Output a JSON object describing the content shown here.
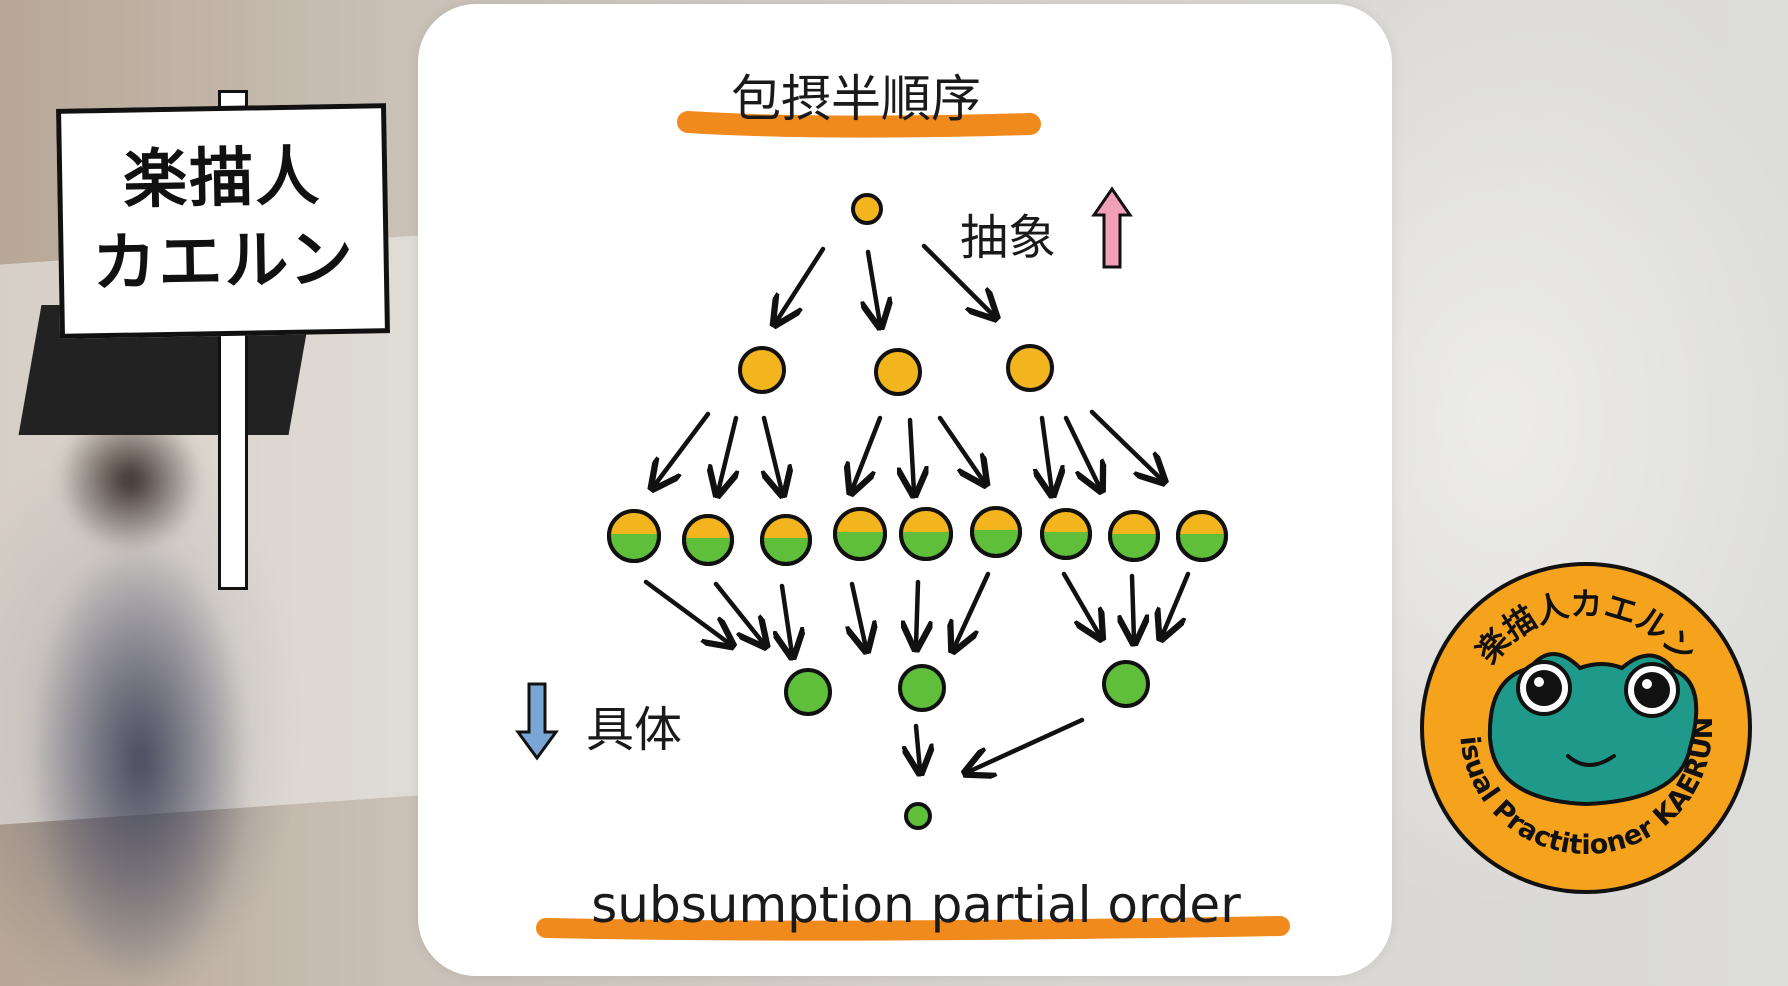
{
  "sign": {
    "line1": "楽描人",
    "line2": "カエルン"
  },
  "diagram": {
    "title_jp": "包摂半順序",
    "label_abstract": "抽象",
    "label_concrete": "具体",
    "title_en": "subsumption partial order"
  },
  "badge": {
    "top_text": "楽描人カエルン",
    "bottom_text": "Visual Practitioner KAERUN"
  },
  "colors": {
    "highlight": "#f08a1c",
    "node_yellow": "#f3b51d",
    "node_green": "#5fbf3a",
    "arrow_up": "#f0a0b8",
    "arrow_down": "#7aa6d6",
    "badge_orange": "#f5a21c",
    "frog": "#1f9a8a"
  }
}
